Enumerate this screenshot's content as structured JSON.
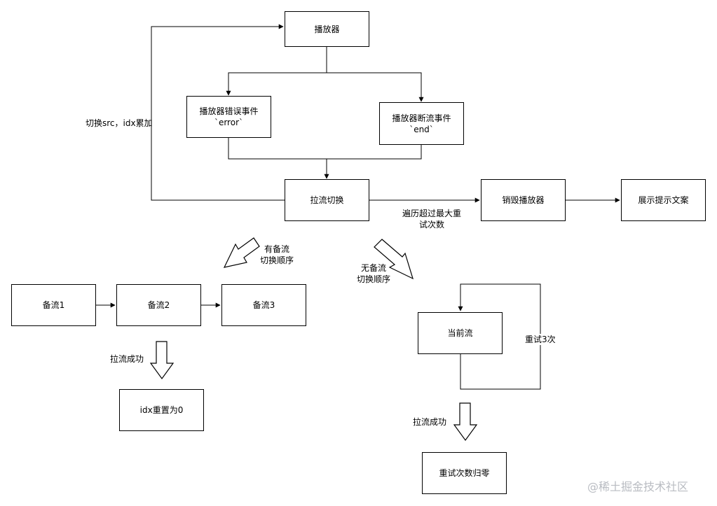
{
  "nodes": {
    "player": "播放器",
    "player_error": [
      "播放器错误事件",
      "`error`"
    ],
    "player_end": [
      "播放器断流事件",
      "`end`"
    ],
    "pull_switch": "拉流切换",
    "destroy_player": "销毁播放器",
    "show_tip": "展示提示文案",
    "backup1": "备流1",
    "backup2": "备流2",
    "backup3": "备流3",
    "idx_reset": "idx重置为0",
    "current_stream": "当前流",
    "retry_reset": "重试次数归零"
  },
  "labels": {
    "switch_src": "切换src，idx累加",
    "exceed_retry": [
      "遍历超过最大重",
      "试次数"
    ],
    "has_backup": [
      "有备流",
      "切换顺序"
    ],
    "no_backup": [
      "无备流",
      "切换顺序"
    ],
    "pull_success_left": "拉流成功",
    "pull_success_right": "拉流成功",
    "retry_three": "重试3次"
  },
  "watermark": "@稀土掘金技术社区"
}
